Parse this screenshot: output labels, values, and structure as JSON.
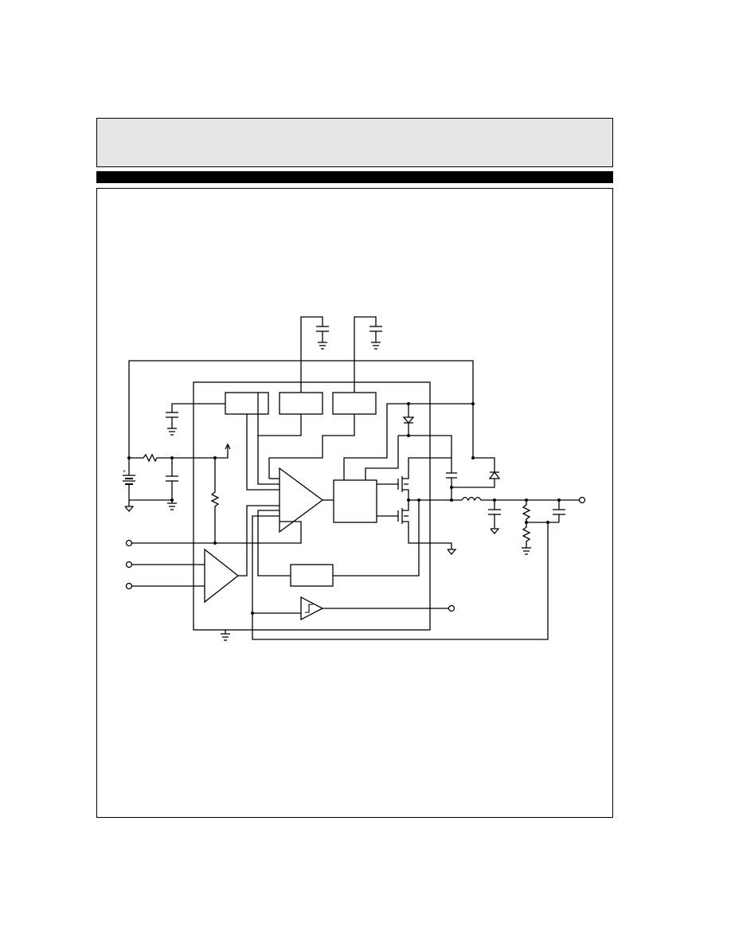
{
  "header": {
    "title": ""
  },
  "figure": {
    "caption": ""
  },
  "colors": {
    "stroke": "#000000",
    "header_fill": "#e6e6e6",
    "bar": "#000000",
    "background": "#ffffff"
  },
  "components": [
    "ic-outline",
    "top-block-left",
    "top-block-mid",
    "top-block-right",
    "error-amplifier",
    "gate-driver-block",
    "bottom-block",
    "left-amplifier",
    "comparator",
    "high-side-mosfet",
    "low-side-mosfet",
    "bootstrap-diode",
    "bootstrap-capacitor",
    "schottky-diode",
    "output-inductor",
    "output-capacitor",
    "feedback-divider",
    "feedforward-capacitor",
    "input-battery",
    "input-resistor",
    "input-capacitor",
    "soft-start-capacitor-1",
    "soft-start-capacitor-2",
    "ref-capacitor",
    "pin-resistor"
  ]
}
